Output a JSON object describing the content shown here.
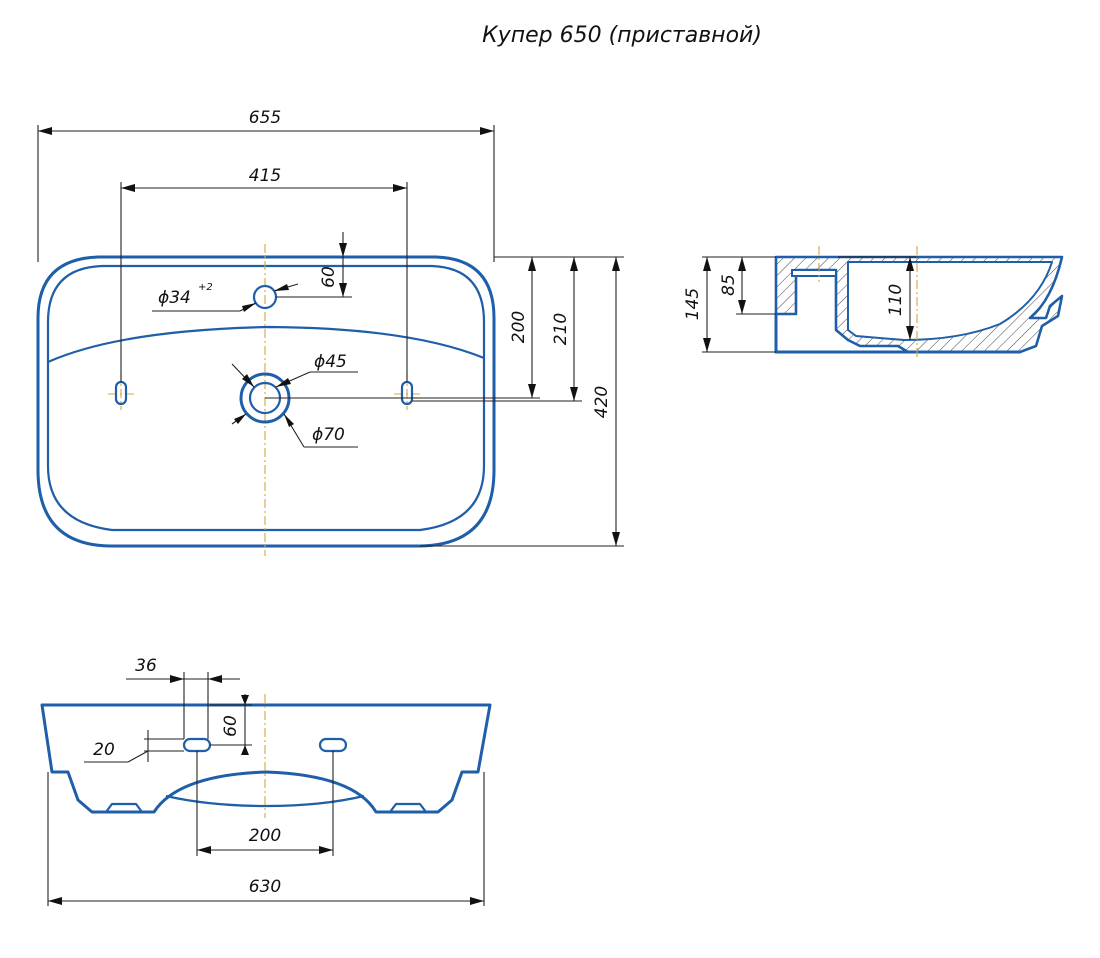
{
  "title": "Купер 650 (приставной)",
  "top_view": {
    "overall_width": "655",
    "mount_spacing": "415",
    "tap_offset": "60",
    "tap_hole_diameter": "ϕ34",
    "tap_hole_tolerance": "+2",
    "drain_diameter": "ϕ45",
    "drain_outer_diameter": "ϕ70",
    "drain_offset_a": "200",
    "drain_offset_b": "210",
    "overall_depth": "420"
  },
  "side_section": {
    "overall_height": "145",
    "inner_height": "85",
    "bowl_depth": "110"
  },
  "front_view": {
    "hole_width": "36",
    "hole_height": "20",
    "hole_vertical": "60",
    "hole_spacing": "200",
    "overall_width": "630"
  },
  "colors": {
    "outline": "#1f5ea8",
    "dimension": "#222222",
    "centerline": "#d9a441"
  }
}
